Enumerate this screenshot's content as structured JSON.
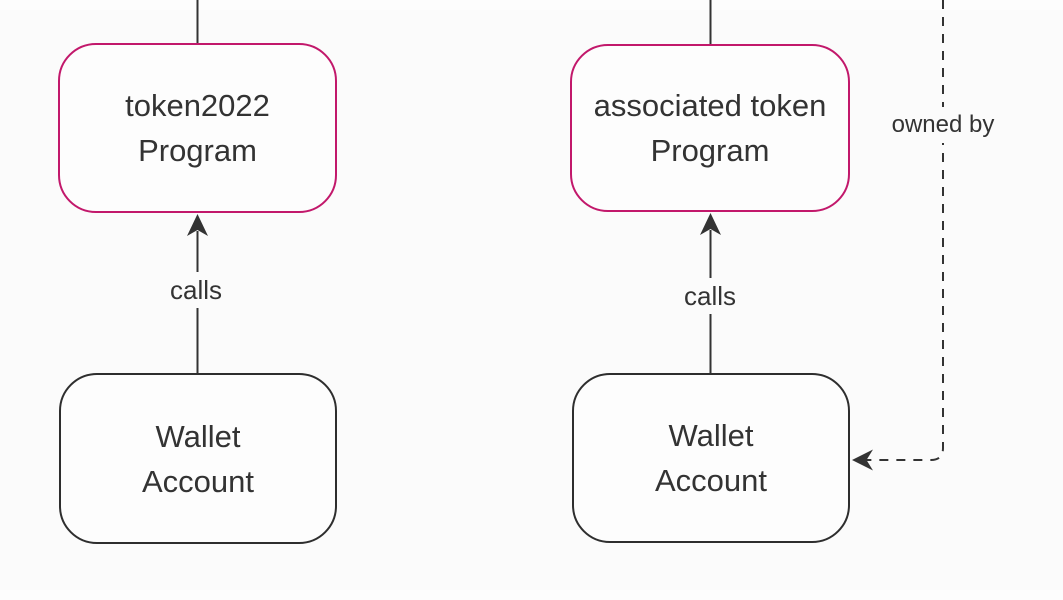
{
  "diagram": {
    "type": "flowchart",
    "orientation": "bottom-to-top",
    "background": "#fbfbfb",
    "nodes": [
      {
        "id": "token2022-program",
        "label": "token2022\nProgram",
        "shape": "rounded-rect",
        "border_color": "#c2186b"
      },
      {
        "id": "associated-token-program",
        "label": "associated token\nProgram",
        "shape": "rounded-rect",
        "border_color": "#c2186b"
      },
      {
        "id": "wallet-account-left",
        "label": "Wallet\nAccount",
        "shape": "rounded-rect",
        "border_color": "#2e2e2e"
      },
      {
        "id": "wallet-account-right",
        "label": "Wallet\nAccount",
        "shape": "rounded-rect",
        "border_color": "#2e2e2e"
      }
    ],
    "edges": [
      {
        "id": "calls-left",
        "label": "calls",
        "style": "solid",
        "from": "wallet-account-left",
        "to": "token2022-program"
      },
      {
        "id": "calls-right",
        "label": "calls",
        "style": "solid",
        "from": "wallet-account-right",
        "to": "associated-token-program"
      },
      {
        "id": "owned-by",
        "label": "owned by",
        "style": "dashed",
        "from": "offscreen-top",
        "to": "wallet-account-right"
      },
      {
        "id": "stub-left",
        "label": "",
        "style": "solid",
        "from": "token2022-program",
        "to": "offscreen-top"
      },
      {
        "id": "stub-right",
        "label": "",
        "style": "solid",
        "from": "associated-token-program",
        "to": "offscreen-top"
      }
    ],
    "colors": {
      "edge": "#333333",
      "text": "#333333",
      "program_border": "#c2186b",
      "account_border": "#2e2e2e",
      "node_fill": "#fdfdfd"
    }
  }
}
